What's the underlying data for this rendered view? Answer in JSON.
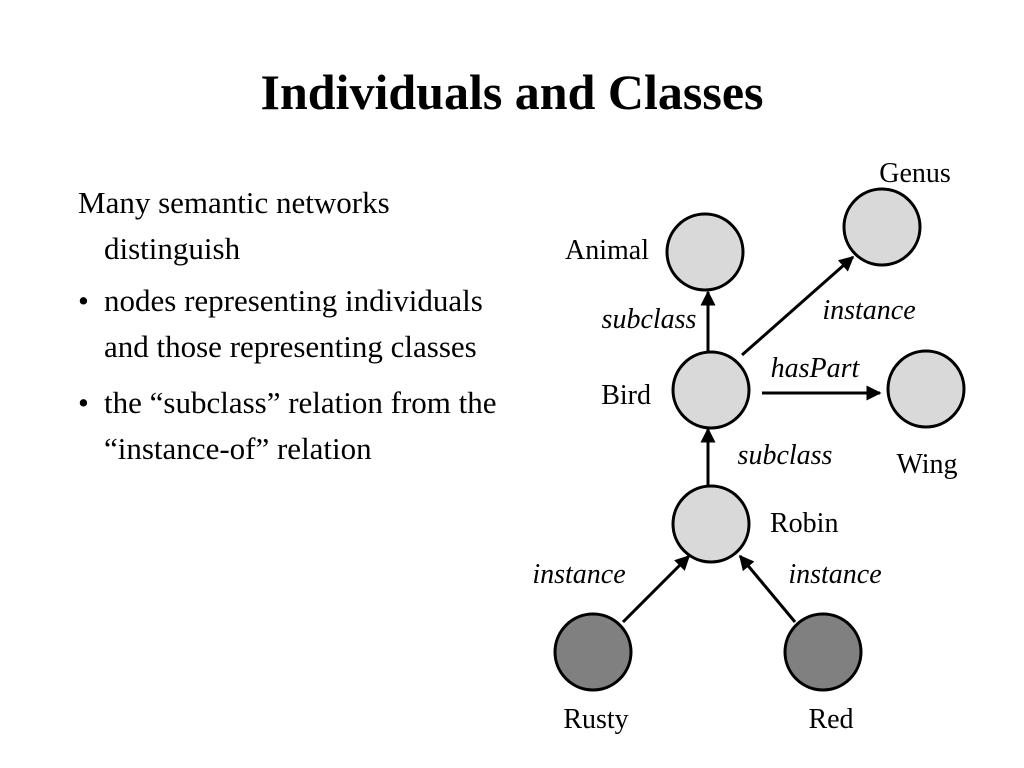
{
  "slide": {
    "title": "Individuals and Classes",
    "intro": "Many semantic networks distinguish",
    "bullets": [
      "nodes representing individuals and those representing classes",
      "the “subclass” relation from the “instance-of” relation"
    ],
    "bullet_glyph": "•"
  },
  "diagram": {
    "colors": {
      "class_node_fill": "#d9d9d9",
      "individual_node_fill": "#808080",
      "stroke": "#000000"
    },
    "nodes": {
      "animal": "Animal",
      "genus": "Genus",
      "bird": "Bird",
      "wing": "Wing",
      "robin": "Robin",
      "rusty": "Rusty",
      "red": "Red"
    },
    "edges": {
      "bird_animal": "subclass",
      "bird_genus": "instance",
      "bird_wing": "hasPart",
      "robin_bird": "subclass",
      "rusty_robin": "instance",
      "red_robin": "instance"
    }
  }
}
